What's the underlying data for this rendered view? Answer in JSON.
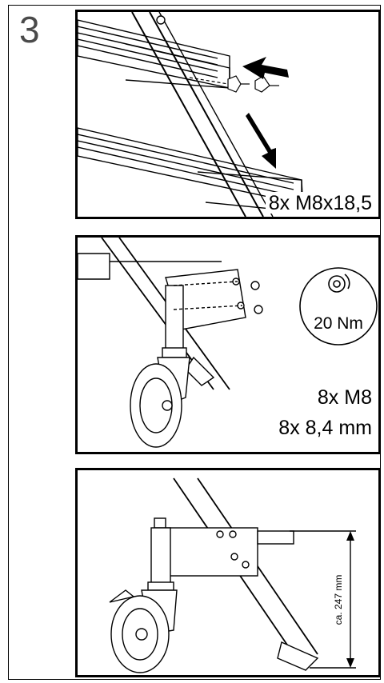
{
  "step": {
    "number": "3"
  },
  "panel1": {
    "screw_label": "8x M8x18,5"
  },
  "panel2": {
    "torque_label": "20 Nm",
    "torque_icon": "wrench-nut-icon",
    "bolt_label": "8x M8",
    "washer_label": "8x 8,4 mm"
  },
  "panel3": {
    "dimension_label": "ca. 247 mm"
  },
  "colors": {
    "line": "#000000",
    "background": "#ffffff",
    "step_number": "#4a4a4a"
  }
}
